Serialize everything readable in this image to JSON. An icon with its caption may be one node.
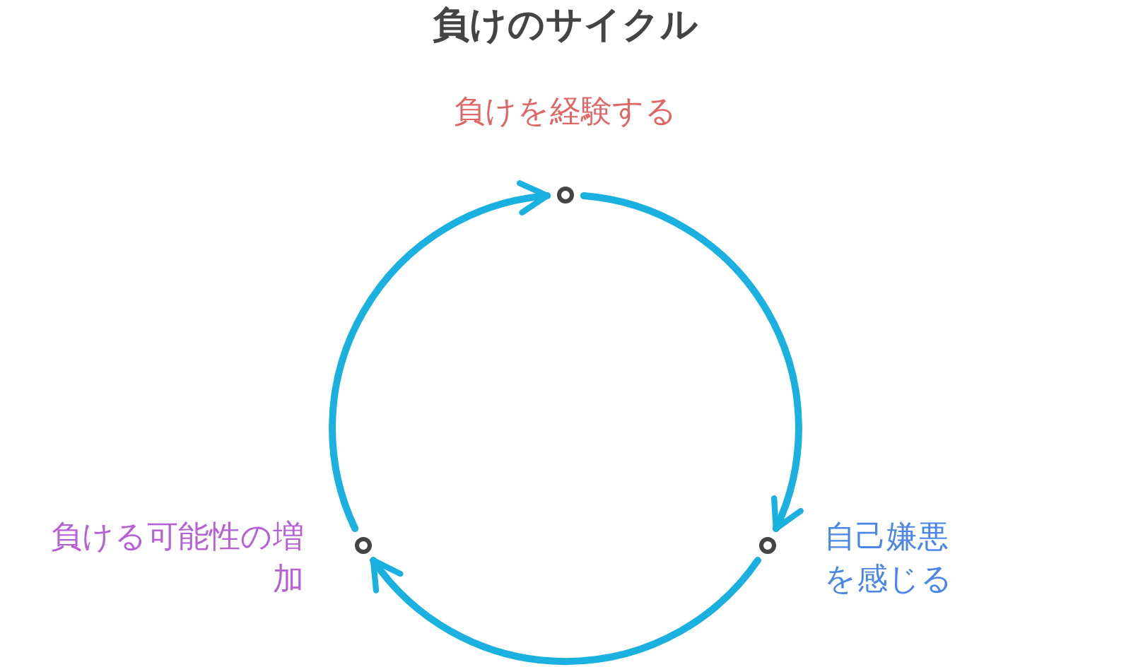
{
  "diagram": {
    "title": "負けのサイクル",
    "nodes": [
      {
        "text": [],
        "shape": "circle",
        "beside": [
          "負けを経験する"
        ]
      },
      {
        "text": [],
        "shape": "circle",
        "beside": [
          "自己嫌悪を感じる"
        ]
      },
      {
        "text": [],
        "shape": "circle",
        "beside": [
          "負ける可能性の増加"
        ]
      }
    ],
    "edges": [
      {
        "from": 0,
        "to": 1,
        "arrow": "to"
      },
      {
        "from": 1,
        "to": 2,
        "arrow": "to"
      },
      {
        "from": 2,
        "to": 0,
        "arrow": "to"
      }
    ]
  }
}
